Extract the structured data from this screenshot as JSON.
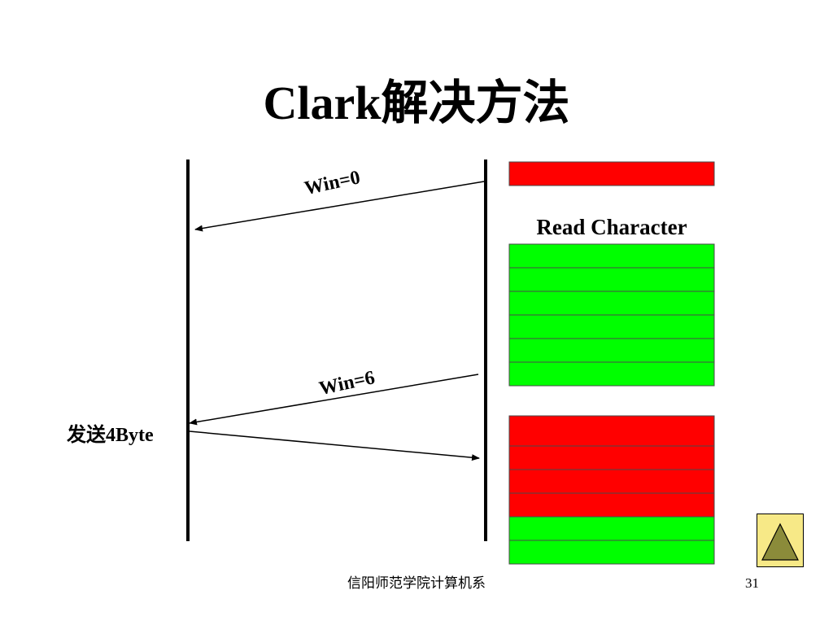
{
  "slide": {
    "title": "Clark解决方法",
    "read_label": "Read Character",
    "send_label": "发送4Byte",
    "footer_text": "信阳师范学院计算机系",
    "page_number": "31"
  },
  "messages": [
    {
      "label": "Win=0",
      "direction": "receiver-to-sender"
    },
    {
      "label": "Win=6",
      "direction": "receiver-to-sender"
    },
    {
      "label": "",
      "direction": "sender-to-receiver"
    }
  ],
  "buffers": {
    "top": [
      "full"
    ],
    "middle": [
      "empty",
      "empty",
      "empty",
      "empty",
      "empty",
      "empty"
    ],
    "bottom": [
      "full",
      "full",
      "full",
      "full",
      "empty",
      "empty"
    ]
  },
  "colors": {
    "full": "#ff0000",
    "empty": "#00ff00",
    "nav_fill": "#f7e987",
    "nav_triangle": "#8b8b3a"
  },
  "icons": {
    "nav": "up-triangle-icon"
  }
}
